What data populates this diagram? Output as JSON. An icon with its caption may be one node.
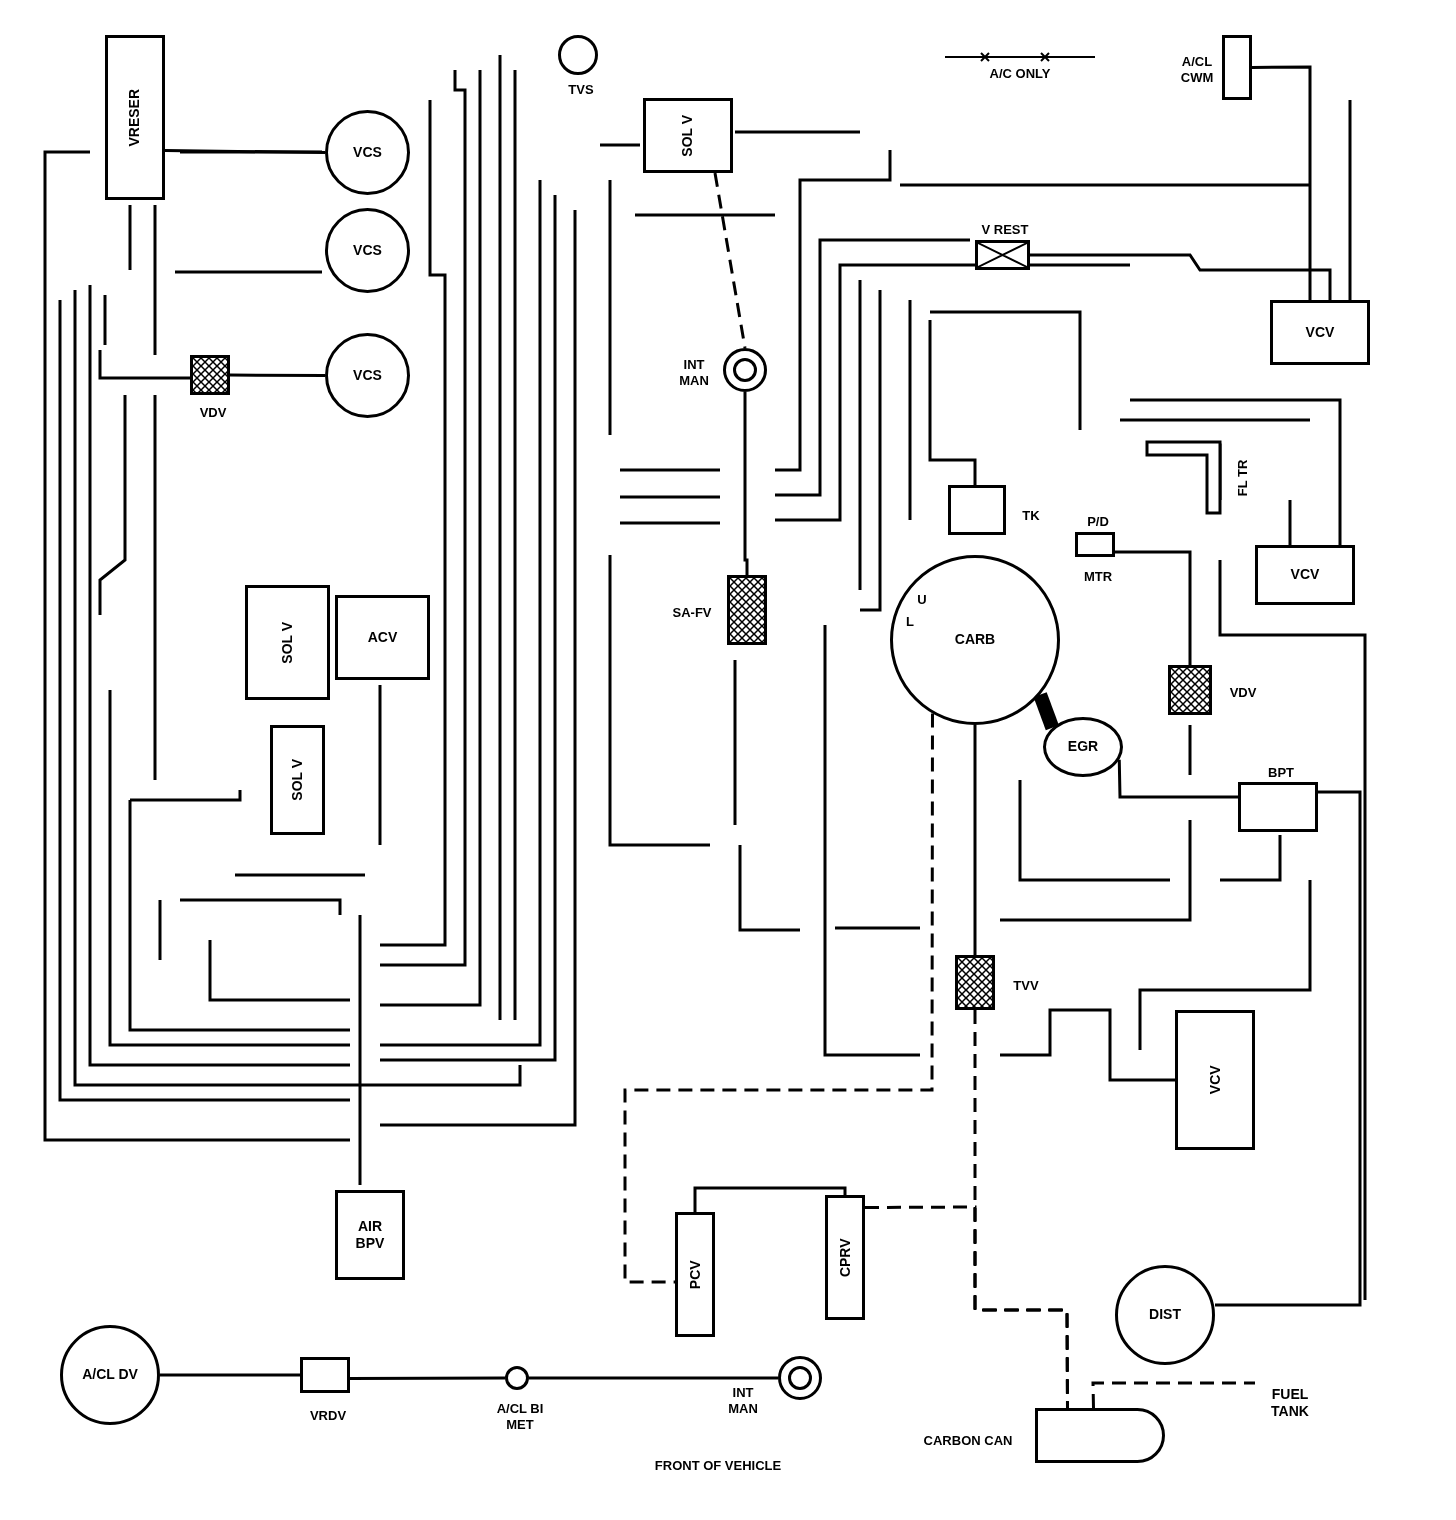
{
  "diagram": {
    "nodes": [
      {
        "text": [
          "VRESER"
        ]
      },
      {
        "text": [
          "VCS"
        ]
      },
      {
        "text": [
          "VCS"
        ]
      },
      {
        "text": [
          "VCS"
        ]
      },
      {
        "text": [
          "VDV"
        ]
      },
      {
        "text": [
          "TVS"
        ]
      },
      {
        "text": [
          "SOL V"
        ]
      },
      {
        "text": [
          "INT MAN"
        ]
      },
      {
        "text": [
          "SA-FV"
        ]
      },
      {
        "text": [
          "V REST"
        ]
      },
      {
        "text": [
          "TK"
        ]
      },
      {
        "text": [
          "A/CL CWM"
        ]
      },
      {
        "text": [
          "VCV"
        ]
      },
      {
        "text": [
          "FL TR"
        ]
      },
      {
        "text": [
          "P/D",
          "MTR"
        ]
      },
      {
        "text": [
          "CARB"
        ]
      },
      {
        "text": [
          "EGR"
        ]
      },
      {
        "text": [
          "VDV"
        ]
      },
      {
        "text": [
          "BPT"
        ]
      },
      {
        "text": [
          "VCV"
        ]
      },
      {
        "text": [
          "ACV"
        ]
      },
      {
        "text": [
          "SOL V"
        ]
      },
      {
        "text": [
          "SOL V"
        ]
      },
      {
        "text": [
          "AIR BPV"
        ]
      },
      {
        "text": [
          "TVV"
        ]
      },
      {
        "text": [
          "VCV"
        ]
      },
      {
        "text": [
          "CPRV"
        ]
      },
      {
        "text": [
          "PCV"
        ]
      },
      {
        "text": [
          "DIST"
        ]
      },
      {
        "text": [
          "A/CL DV"
        ]
      },
      {
        "text": [
          "VRDV"
        ]
      },
      {
        "text": [
          "A/CL BI MET"
        ]
      },
      {
        "text": [
          "INT MAN"
        ]
      },
      {
        "text": [
          "CARBON CAN"
        ]
      },
      {
        "text": [
          "FUEL TANK"
        ]
      }
    ],
    "edges": [
      {
        "from": 0,
        "to": 1,
        "arrow": "none"
      },
      {
        "from": 4,
        "to": 3,
        "arrow": "none"
      },
      {
        "from": 29,
        "to": 30,
        "arrow": "none"
      },
      {
        "from": 30,
        "to": 31,
        "arrow": "none"
      },
      {
        "from": 31,
        "to": 32,
        "arrow": "none"
      },
      {
        "from": 15,
        "to": 16,
        "arrow": "none",
        "style": "thick"
      },
      {
        "from": 16,
        "to": 18,
        "arrow": "none"
      },
      {
        "from": 15,
        "to": 24,
        "arrow": "none"
      },
      {
        "from": 24,
        "to": 33,
        "arrow": "none",
        "style": "dashed"
      },
      {
        "from": 26,
        "to": 33,
        "arrow": "none",
        "style": "dashed"
      },
      {
        "from": 27,
        "to": 26,
        "arrow": "none"
      },
      {
        "from": 15,
        "to": 27,
        "arrow": "none",
        "style": "dashed"
      },
      {
        "from": 33,
        "to": 34,
        "arrow": "none",
        "style": "dashed"
      },
      {
        "from": 28,
        "to": 18,
        "arrow": "none"
      },
      {
        "from": 7,
        "to": 8,
        "arrow": "none"
      },
      {
        "from": 14,
        "to": 17,
        "arrow": "none"
      },
      {
        "from": 12,
        "to": 11,
        "arrow": "none"
      },
      {
        "from": 6,
        "to": 7,
        "arrow": "none",
        "style": "dashed"
      },
      {
        "from": 9,
        "to": 12,
        "arrow": "none"
      }
    ],
    "labels": [
      "U",
      "L",
      "FRONT OF VEHICLE"
    ],
    "legend": [
      {
        "text": "A/C ONLY"
      }
    ]
  }
}
